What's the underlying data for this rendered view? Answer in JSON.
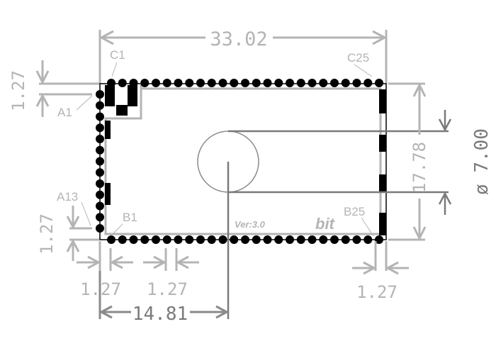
{
  "diagram": {
    "type": "pcb-footprint",
    "colors": {
      "dimension_light": "#b4b4b4",
      "dimension_dark": "#7a7a7a",
      "pads": "#000000",
      "silkscreen": "#b4b4b4"
    },
    "dimensions": {
      "overall_width": "33.02",
      "pad_pitch_top_left": "1.27",
      "pad_pitch_bottom_left": "1.27",
      "pitch_bottom_1": "1.27",
      "pitch_bottom_2": "1.27",
      "pitch_bottom_right": "1.27",
      "height": "17.78",
      "hole_offset_x": "14.81",
      "hole_diameter": "ø 7.00"
    },
    "pin_labels": {
      "c1": "C1",
      "c25": "C25",
      "a1": "A1",
      "a13": "A13",
      "b1": "B1",
      "b25": "B25"
    },
    "silkscreen": {
      "version": "Ver:3.0",
      "brand": "bit"
    },
    "pad_rows": {
      "top_count": 25,
      "bottom_count": 25,
      "left_count": 13
    }
  }
}
